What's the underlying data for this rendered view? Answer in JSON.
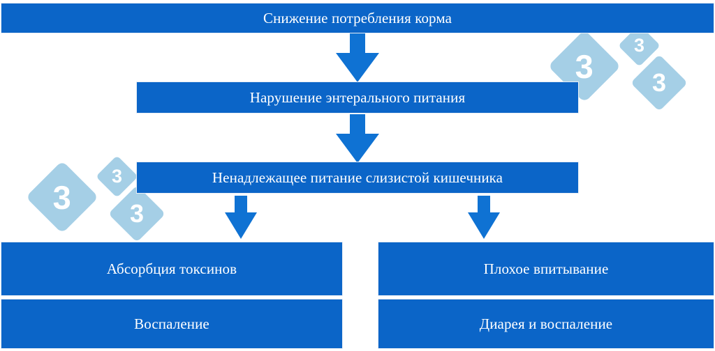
{
  "diagram": {
    "title": "Снижение потребления корма",
    "colors": {
      "box_blue": "#0b65c8",
      "arrow_blue": "#0f72d3",
      "watermark_blue": "#a5cfe6",
      "text_white": "#ffffff",
      "background": "#ffffff"
    },
    "nodes": [
      {
        "id": "feed",
        "label": "Снижение потребления корма"
      },
      {
        "id": "enteral",
        "label": "Нарушение энтерального питания"
      },
      {
        "id": "mucosa",
        "label": "Ненадлежащее питание слизистой кишечника"
      },
      {
        "id": "toxins",
        "label": "Абсорбция токсинов"
      },
      {
        "id": "inflam",
        "label": "Воспаление"
      },
      {
        "id": "absorption",
        "label": "Плохое впитывание"
      },
      {
        "id": "diarrhea",
        "label": "Диарея и воспаление"
      }
    ],
    "arrows": [
      {
        "id": "arrow-1",
        "from": "feed",
        "to": "enteral",
        "direction": "down",
        "size": "large"
      },
      {
        "id": "arrow-2",
        "from": "enteral",
        "to": "mucosa",
        "direction": "down",
        "size": "large"
      },
      {
        "id": "arrow-3",
        "from": "mucosa",
        "to": "toxins",
        "direction": "down",
        "size": "small"
      },
      {
        "id": "arrow-4",
        "from": "mucosa",
        "to": "absorption",
        "direction": "down",
        "size": "small"
      }
    ],
    "watermark": {
      "digit": "3",
      "groups": [
        {
          "id": "watermark-top-right",
          "tiles": [
            "large",
            "small",
            "medium"
          ]
        },
        {
          "id": "watermark-mid-left",
          "tiles": [
            "large",
            "small",
            "medium"
          ]
        }
      ]
    }
  }
}
